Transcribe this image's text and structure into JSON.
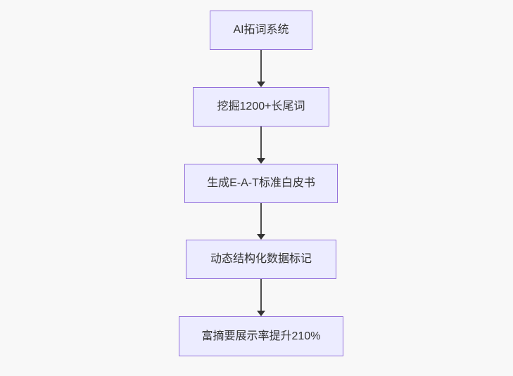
{
  "diagram": {
    "type": "flowchart",
    "direction": "top-down",
    "nodes": [
      {
        "id": "A",
        "label": "AI拓词系统"
      },
      {
        "id": "B",
        "label": "挖掘1200+长尾词"
      },
      {
        "id": "C",
        "label": "生成E-A-T标准白皮书"
      },
      {
        "id": "D",
        "label": "动态结构化数据标记"
      },
      {
        "id": "E",
        "label": "富摘要展示率提升210%"
      }
    ],
    "edges": [
      {
        "from": "A",
        "to": "B",
        "style": "arrow"
      },
      {
        "from": "B",
        "to": "C",
        "style": "arrow"
      },
      {
        "from": "C",
        "to": "D",
        "style": "arrow"
      },
      {
        "from": "D",
        "to": "E",
        "style": "arrow"
      }
    ],
    "colors": {
      "background": "#f8f8f8",
      "node_fill": "#ececff",
      "node_border": "#9370db",
      "text": "#333333",
      "arrow_line": "#4d4d4d",
      "arrow_head": "#333333"
    }
  }
}
